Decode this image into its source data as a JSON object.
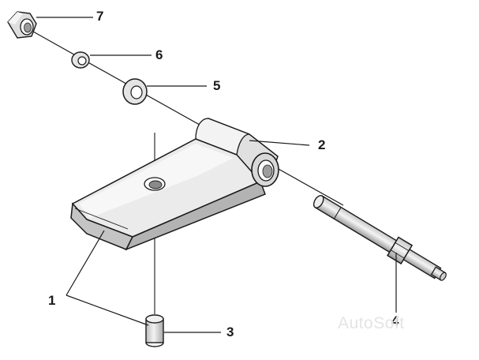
{
  "callouts": {
    "c1": "1",
    "c2": "2",
    "c3": "3",
    "c4": "4",
    "c5": "5",
    "c6": "6",
    "c7": "7"
  },
  "watermark": "AutoSoft",
  "colors": {
    "line": "#1a1a1a",
    "part_fill": "#e2e2e2",
    "part_light": "#f2f2f2",
    "part_shadow": "#bdbdbd",
    "part_dark": "#8f8f8f",
    "background": "#ffffff"
  }
}
